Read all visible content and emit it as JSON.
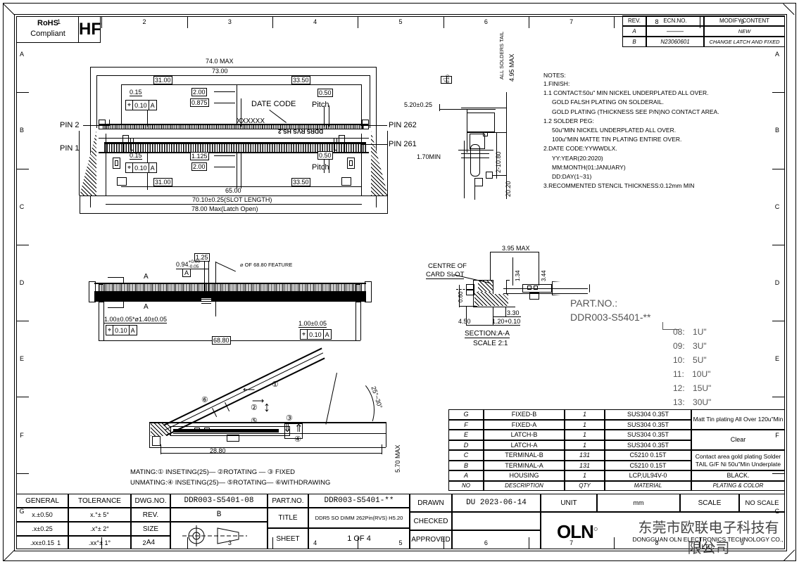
{
  "frame": {
    "columns": [
      "1",
      "2",
      "3",
      "4",
      "5",
      "6",
      "7",
      "8",
      "9"
    ],
    "rows": [
      "A",
      "B",
      "C",
      "D",
      "E",
      "F",
      "G"
    ]
  },
  "rohs": {
    "line1": "RoHS",
    "line2": "Compliant",
    "hf": "HF"
  },
  "revision_table": {
    "headers": [
      "REV.",
      "ECN.NO.",
      "MODIFY.CONTENT"
    ],
    "rows": [
      {
        "rev": "A",
        "ecn": "———",
        "content": "NEW"
      },
      {
        "rev": "B",
        "ecn": "N23060601",
        "content": "CHANGE LATCH AND FIXED"
      }
    ]
  },
  "notes": {
    "title": "NOTES:",
    "lines": [
      "1.FINISH:",
      "1.1 CONTACT:50u\" MIN NICKEL UNDERPLATED ALL OVER.",
      "GOLD FALSH PLATING ON SOLDERAIL.",
      "GOLD PLATING (THICKNESS SEE P/N)NO CONTACT AREA.",
      "1.2 SOLDER PEG:",
      "50u\"MIN NICKEL UNDERPLATED ALL OVER.",
      "100u\"MIN MATTE TIN PLATING ENTIRE OVER.",
      "2.DATE CODE:YYWWDLX.",
      "YY:YEAR(20:2020)",
      "MM:MONTH(01:JANUARY)",
      "DD:DAY(1~31)",
      "3.RECOMMENTED STENCIL THICKNESS:0.12mm MIN"
    ]
  },
  "top_view": {
    "dim_74max": "74.0 MAX",
    "dim_7300": "73.00",
    "dim_3100_top": "31.00",
    "dim_3350_top": "33.50",
    "dim_015_top": "0.15",
    "dim_200_top": "2.00",
    "dim_0875": "0.875",
    "dim_050_top": "0.50",
    "pitch_top": "Pitch",
    "date_code_label": "DATE CODE",
    "date_code_value": "XXXXXX",
    "marking": "DDR5 RVS HS.2",
    "pin2": "PIN 2",
    "pin1": "PIN 1",
    "pin262": "PIN 262",
    "pin261": "PIN 261",
    "dim_015_bot": "0.15",
    "dim_1125": "1.125",
    "dim_200_bot": "2.00",
    "dim_050_bot": "0.50",
    "pitch_bot": "Pitch",
    "dim_3100_bot": "31.00",
    "dim_3350_bot": "33.50",
    "dim_6500": "65.00",
    "dim_slot": "70.10±0.25(SLOT LENGTH)",
    "dim_latch_open": "78.00 Max(Latch Open)",
    "fcf_top": [
      "⌖",
      "0.10",
      "A"
    ],
    "fcf_bot": [
      "⌖",
      "0.10",
      "A"
    ]
  },
  "side_view": {
    "dim_520": "5.20±0.25",
    "dim_170min": "1.70MIN",
    "dim_495max": "4.95 MAX",
    "label_all_solders_tail": "ALL SOLDERS TAIL",
    "fcf_tail": [
      "◁",
      "0.10"
    ],
    "dim_2_1080": "2-10.80",
    "dim_2020": "20.20"
  },
  "front_view": {
    "dim_125": "1.25",
    "dim_094": "0.94",
    "dim_094_up": "+0.00",
    "dim_094_dn": "-0.05",
    "datum_a": "A",
    "centre_feature": "⌀ OF 68.80 FEATURE",
    "section_mark_top": "A",
    "section_mark_bot": "A",
    "dim_left": "1.00±0.05*ø1.40±0.05",
    "dim_right": "1.00±0.05",
    "dim_6880": "68.80",
    "fcf_left": [
      "⌖",
      "0.10",
      "A"
    ],
    "fcf_right": [
      "⌖",
      "0.10",
      "A"
    ]
  },
  "section_view": {
    "title": "SECTION:A-A",
    "scale": "SCALE 2:1",
    "centre_of": "CENTRE OF",
    "card_slot": "CARD SLOT",
    "dim_395max": "3.95 MAX",
    "dim_134": "1.34",
    "dim_344": "3.44",
    "dim_060": "0.60",
    "dim_450": "4.50",
    "dim_330": "3.30",
    "dim_120": "1.20+0.10"
  },
  "part_no_block": {
    "label": "PART.NO.:",
    "value": "DDR003-S5401-**",
    "variants": [
      {
        "code": "08:",
        "value": "1U\""
      },
      {
        "code": "09:",
        "value": "3U\""
      },
      {
        "code": "10:",
        "value": "5U\""
      },
      {
        "code": "11:",
        "value": "10U\""
      },
      {
        "code": "12:",
        "value": "15U\""
      },
      {
        "code": "13:",
        "value": "30U\""
      }
    ]
  },
  "mating_view": {
    "dim_2880": "28.80",
    "dim_570max": "5.70 MAX",
    "angle": "25°~30°",
    "callouts": [
      "①",
      "②",
      "③",
      "④",
      "⑤",
      "⑥"
    ],
    "mating_text": "MATING:① INSETING(25)— ②ROTATING — ③ FIXED",
    "unmating_text": "UNMATING:④ INSETING(25)— ⑤ROTATING— ⑥WITHDRAWING"
  },
  "bom": {
    "headers": [
      "NO",
      "DESCRIPTION",
      "QTY",
      "MATERIAL",
      "PLATING & COLOR"
    ],
    "rows": [
      {
        "no": "G",
        "desc": "FIXED-B",
        "qty": "1",
        "material": "SUS304 0.35T"
      },
      {
        "no": "F",
        "desc": "FIXED-A",
        "qty": "1",
        "material": "SUS304 0.35T"
      },
      {
        "no": "E",
        "desc": "LATCH-B",
        "qty": "1",
        "material": "SUS304 0.35T"
      },
      {
        "no": "D",
        "desc": "LATCH-A",
        "qty": "1",
        "material": "SUS304 0.35T"
      },
      {
        "no": "C",
        "desc": "TERMINAL-B",
        "qty": "131",
        "material": "C5210 0.15T"
      },
      {
        "no": "B",
        "desc": "TERMINAL-A",
        "qty": "131",
        "material": "C5210 0.15T"
      },
      {
        "no": "A",
        "desc": "HOUSING",
        "qty": "1",
        "material": "LCP,UL94V-0"
      }
    ],
    "plating_fg": "Matt Tin plating All Over 120u\"Min",
    "plating_de": "Clear",
    "plating_bc_line1": "Contact area gold plating Solder",
    "plating_bc_line2": "TAIL G/F Ni 50u\"Min Underplate",
    "plating_a": "BLACK."
  },
  "title_block": {
    "general": "GENERAL",
    "tolerance": "TOLERANCE",
    "tol_rows": [
      {
        "l": "x.±0.50",
        "r": "x.°± 5°"
      },
      {
        "l": ".x±0.25",
        "r": ".x°± 2°"
      },
      {
        "l": ".xx±0.15",
        "r": ".xx°± 1°"
      }
    ],
    "dwg_no_label": "DWG.NO.",
    "dwg_no_value": "DDR003-S5401-08",
    "rev_label": "REV.",
    "rev_value": "B",
    "size_label": "SIZE",
    "size_value": "A4",
    "part_no_label": "PART.NO.",
    "part_no_value": "DDR003-S5401-**",
    "title_label": "TITLE",
    "title_value": "DDR5 SO DIMM 262Pin(RVS) H5.20",
    "sheet_label": "SHEET",
    "sheet_value": "1 OF 4",
    "drawn_label": "DRAWN",
    "drawn_value": "DU 2023-06-14",
    "checked_label": "CHECKED",
    "checked_value": "",
    "approved_label": "APPROVED",
    "approved_value": "",
    "unit_label": "UNIT",
    "unit_value": "mm",
    "scale_label": "SCALE",
    "scale_value": "NO SCALE",
    "company_logo": "OLN",
    "company_cn": "东莞市欧联电子科技有限公司",
    "company_en": "DONGGUAN OLN ELECTRONICS TECHNOLOGY CO., LTD."
  }
}
